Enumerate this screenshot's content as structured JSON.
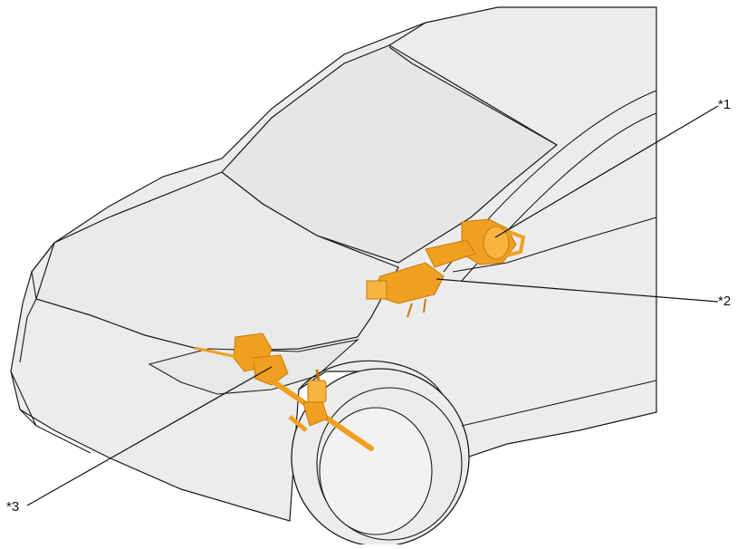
{
  "callouts": {
    "c1": "*1",
    "c2": "*2",
    "c3": "*3"
  },
  "colors": {
    "body_fill": "#ececec",
    "outline": "#1a1a1a",
    "component_fill": "#f0a020",
    "component_dark": "#c8780a",
    "leader": "#111111"
  }
}
